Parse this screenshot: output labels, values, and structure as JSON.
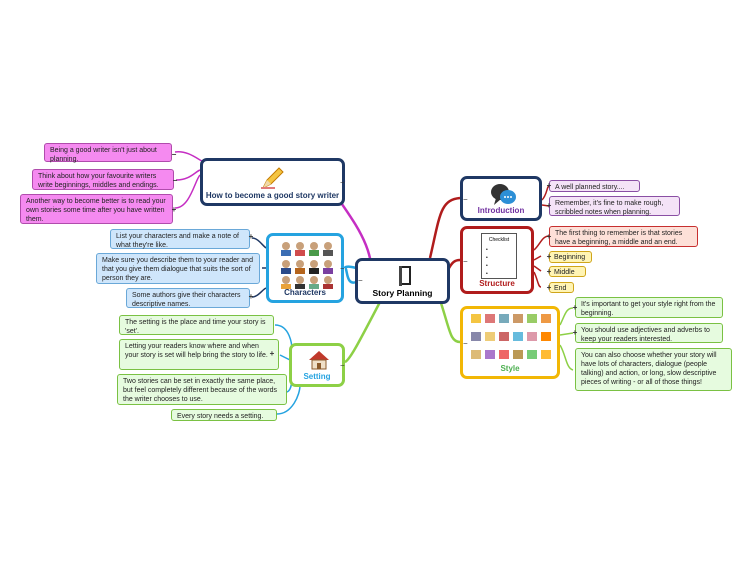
{
  "center": {
    "title": "Story Planning",
    "icon": "book-icon"
  },
  "colors": {
    "pink": "#c52ec3",
    "navy": "#1f3864",
    "red": "#b01c1c",
    "yellow": "#f2b705",
    "green": "#8dd046",
    "blue": "#25a3e0"
  },
  "topics": {
    "how_to": {
      "title": "How to become a good story writer",
      "icon": "pencil-icon"
    },
    "characters": {
      "title": "Characters",
      "icon": "people-icon"
    },
    "setting": {
      "title": "Setting",
      "icon": "house-icon"
    },
    "introduction": {
      "title": "Introduction",
      "icon": "speech-bubbles-icon"
    },
    "structure": {
      "title": "Structure",
      "icon": "checklist-icon",
      "board_label": "Checklist"
    },
    "style": {
      "title": "Style",
      "icon": "style-pictures-icon"
    }
  },
  "notes": {
    "how_to": [
      "Being a good writer isn't just about planning.",
      "Think about how your favourite writers write beginnings, middles and endings.",
      "Another way to become better is to read your own stories some time after you have written them."
    ],
    "characters": [
      "List your characters and make a note of what they're like.",
      "Make sure you describe them to your reader and that you give them dialogue that suits the sort of person they are.",
      "Some authors give their characters descriptive names."
    ],
    "setting": [
      "The setting is the place and time your story is 'set'.",
      "Letting your readers know where and when your story is set will help bring the story to life.",
      "Two stories can be set in exactly the same place, but feel completely different because of the words the writer chooses to use.",
      "Every story needs a setting."
    ],
    "introduction": [
      "A well planned story....",
      "Remember, it's fine to make rough, scribbled notes when planning."
    ],
    "structure": [
      "The first thing to remember is that stories have a beginning, a middle and an end.",
      "Beginning",
      "Middle",
      "End"
    ],
    "style": [
      "It's important to get your style right from the beginning.",
      "You should use adjectives and adverbs to keep your readers interested.",
      "You can also choose whether your story will have lots of characters, dialogue (people talking) and action, or long, slow descriptive pieces of writing - or all of those things!"
    ]
  }
}
